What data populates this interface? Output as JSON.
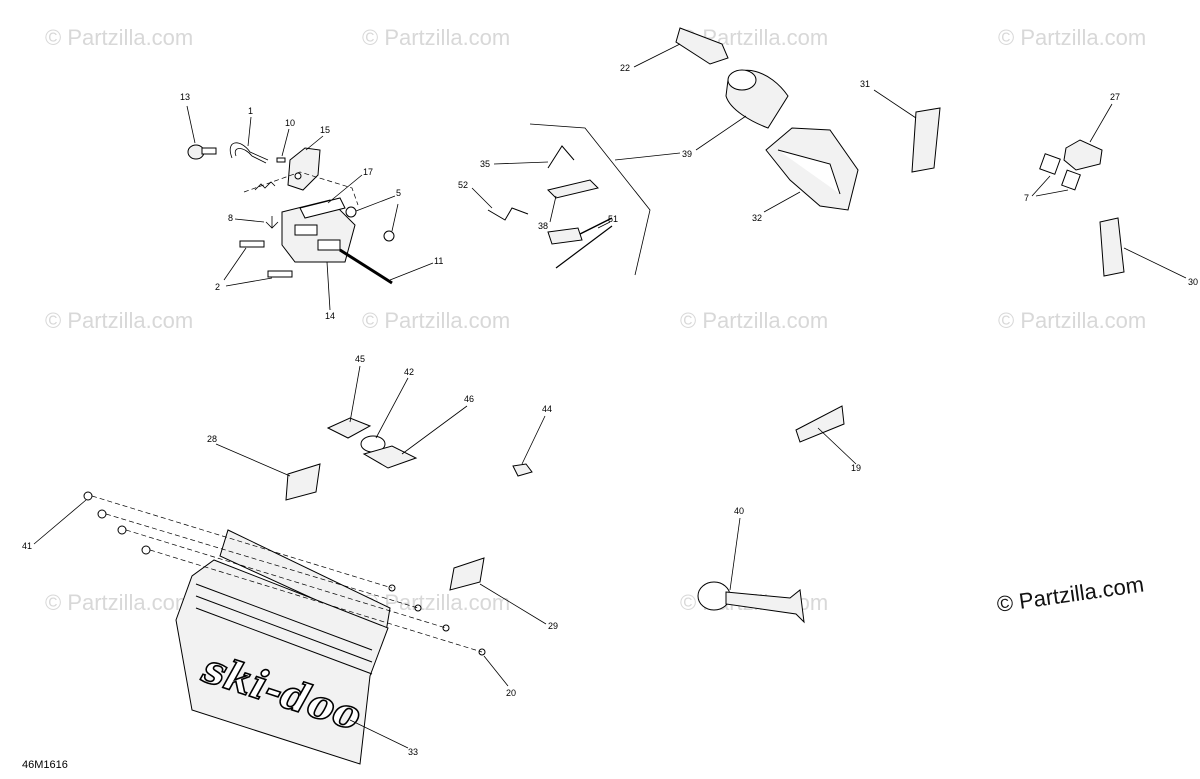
{
  "watermark": "© Partzilla.com",
  "watermark_main": "© Partzilla.com",
  "diagram_code": "46M1616",
  "brand_logo": "ski-doo",
  "callouts": [
    "1",
    "2",
    "5",
    "7",
    "8",
    "10",
    "11",
    "13",
    "14",
    "15",
    "17",
    "19",
    "20",
    "22",
    "27",
    "28",
    "29",
    "30",
    "31",
    "32",
    "33",
    "35",
    "38",
    "39",
    "40",
    "41",
    "42",
    "44",
    "45",
    "46",
    "51",
    "52"
  ]
}
